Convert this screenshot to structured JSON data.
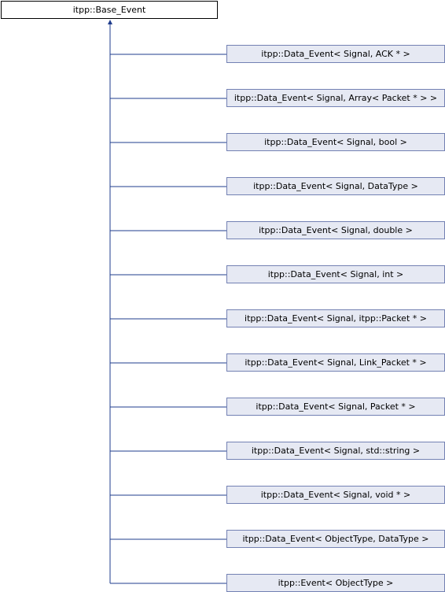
{
  "base_class": {
    "label": "itpp::Base_Event"
  },
  "derived_classes": [
    {
      "label": "itpp::Data_Event< Signal, ACK * >"
    },
    {
      "label": "itpp::Data_Event< Signal, Array< Packet * > >"
    },
    {
      "label": "itpp::Data_Event< Signal, bool >"
    },
    {
      "label": "itpp::Data_Event< Signal, DataType >"
    },
    {
      "label": "itpp::Data_Event< Signal, double >"
    },
    {
      "label": "itpp::Data_Event< Signal, int >"
    },
    {
      "label": "itpp::Data_Event< Signal, itpp::Packet * >"
    },
    {
      "label": "itpp::Data_Event< Signal, Link_Packet * >"
    },
    {
      "label": "itpp::Data_Event< Signal, Packet * >"
    },
    {
      "label": "itpp::Data_Event< Signal, std::string >"
    },
    {
      "label": "itpp::Data_Event< Signal, void * >"
    },
    {
      "label": "itpp::Data_Event< ObjectType, DataType >"
    },
    {
      "label": "itpp::Event< ObjectType >"
    }
  ],
  "colors": {
    "edge": "#1f3c8c",
    "derived_fill": "#e6e9f3",
    "derived_border": "#7381b3",
    "base_border": "#000000"
  }
}
